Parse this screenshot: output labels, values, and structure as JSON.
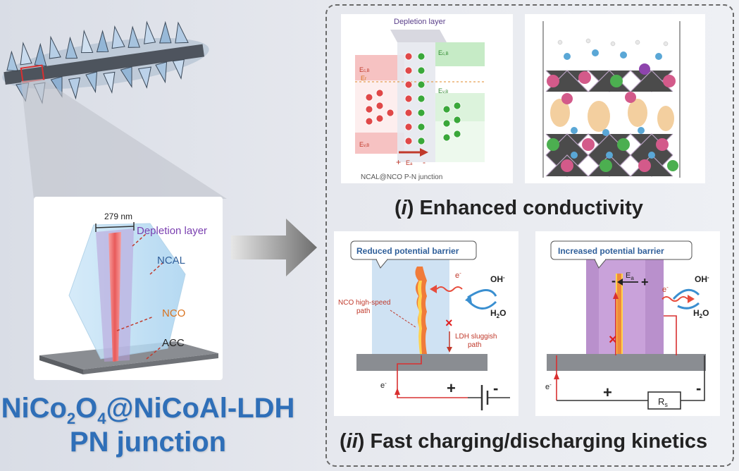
{
  "left": {
    "material_title_prefix": "NiCo",
    "material_title_sub1": "2",
    "material_title_mid": "O",
    "material_title_sub2": "4",
    "material_title_suffix": "@NiCoAl-LDH",
    "material_title_line2": "PN junction",
    "nanosheet": {
      "width_label": "279 nm",
      "depletion_label": "Depletion layer",
      "ncal_label": "NCAL",
      "nco_label": "NCO",
      "acc_label": "ACC"
    }
  },
  "right": {
    "band_diagram": {
      "top_label": "Depletion layer",
      "ecb_left": "E",
      "ecb_left_sub": "c,B",
      "ef": "E",
      "ef_sub": "f",
      "evb_left": "E",
      "evb_left_sub": "v,B",
      "ecb_right": "E",
      "ecb_right_sub": "c,B",
      "evb_right": "E",
      "evb_right_sub": "v,B",
      "field_plus": "+",
      "field_label": "E",
      "field_sub": "a",
      "field_minus": "-",
      "junction_label": "NCAL@NCO P-N junction"
    },
    "caption_i_num": "i",
    "caption_i_text": "Enhanced conductivity",
    "charging": {
      "bubble": "Reduced potential barrier",
      "nco_path_line1": "NCO high-speed",
      "nco_path_line2": "path",
      "ldh_path_line1": "LDH sluggish",
      "ldh_path_line2": "path",
      "oh": "OH",
      "oh_sup": "-",
      "h2o": "H",
      "h2o_sub": "2",
      "h2o_end": "O",
      "electron": "e",
      "electron_sup": "-",
      "plus": "+",
      "minus": "-"
    },
    "discharging": {
      "bubble": "Increased potential barrier",
      "ea": "E",
      "ea_sub": "a",
      "minus_small": "-",
      "plus_small": "+",
      "oh": "OH",
      "oh_sup": "-",
      "h2o": "H",
      "h2o_sub": "2",
      "h2o_end": "O",
      "electron": "e",
      "electron_sup": "-",
      "plus": "+",
      "minus": "-",
      "resistor": "R",
      "resistor_sub": "s"
    },
    "caption_ii_num": "ii",
    "caption_ii_text": "Fast charging/discharging kinetics"
  },
  "colors": {
    "title_blue": "#2f6fb8",
    "depletion_purple": "#7a3fb0",
    "nco_orange": "#d9731f",
    "circuit_red": "#d93030",
    "arrow_grey": "#6e6e6e"
  }
}
